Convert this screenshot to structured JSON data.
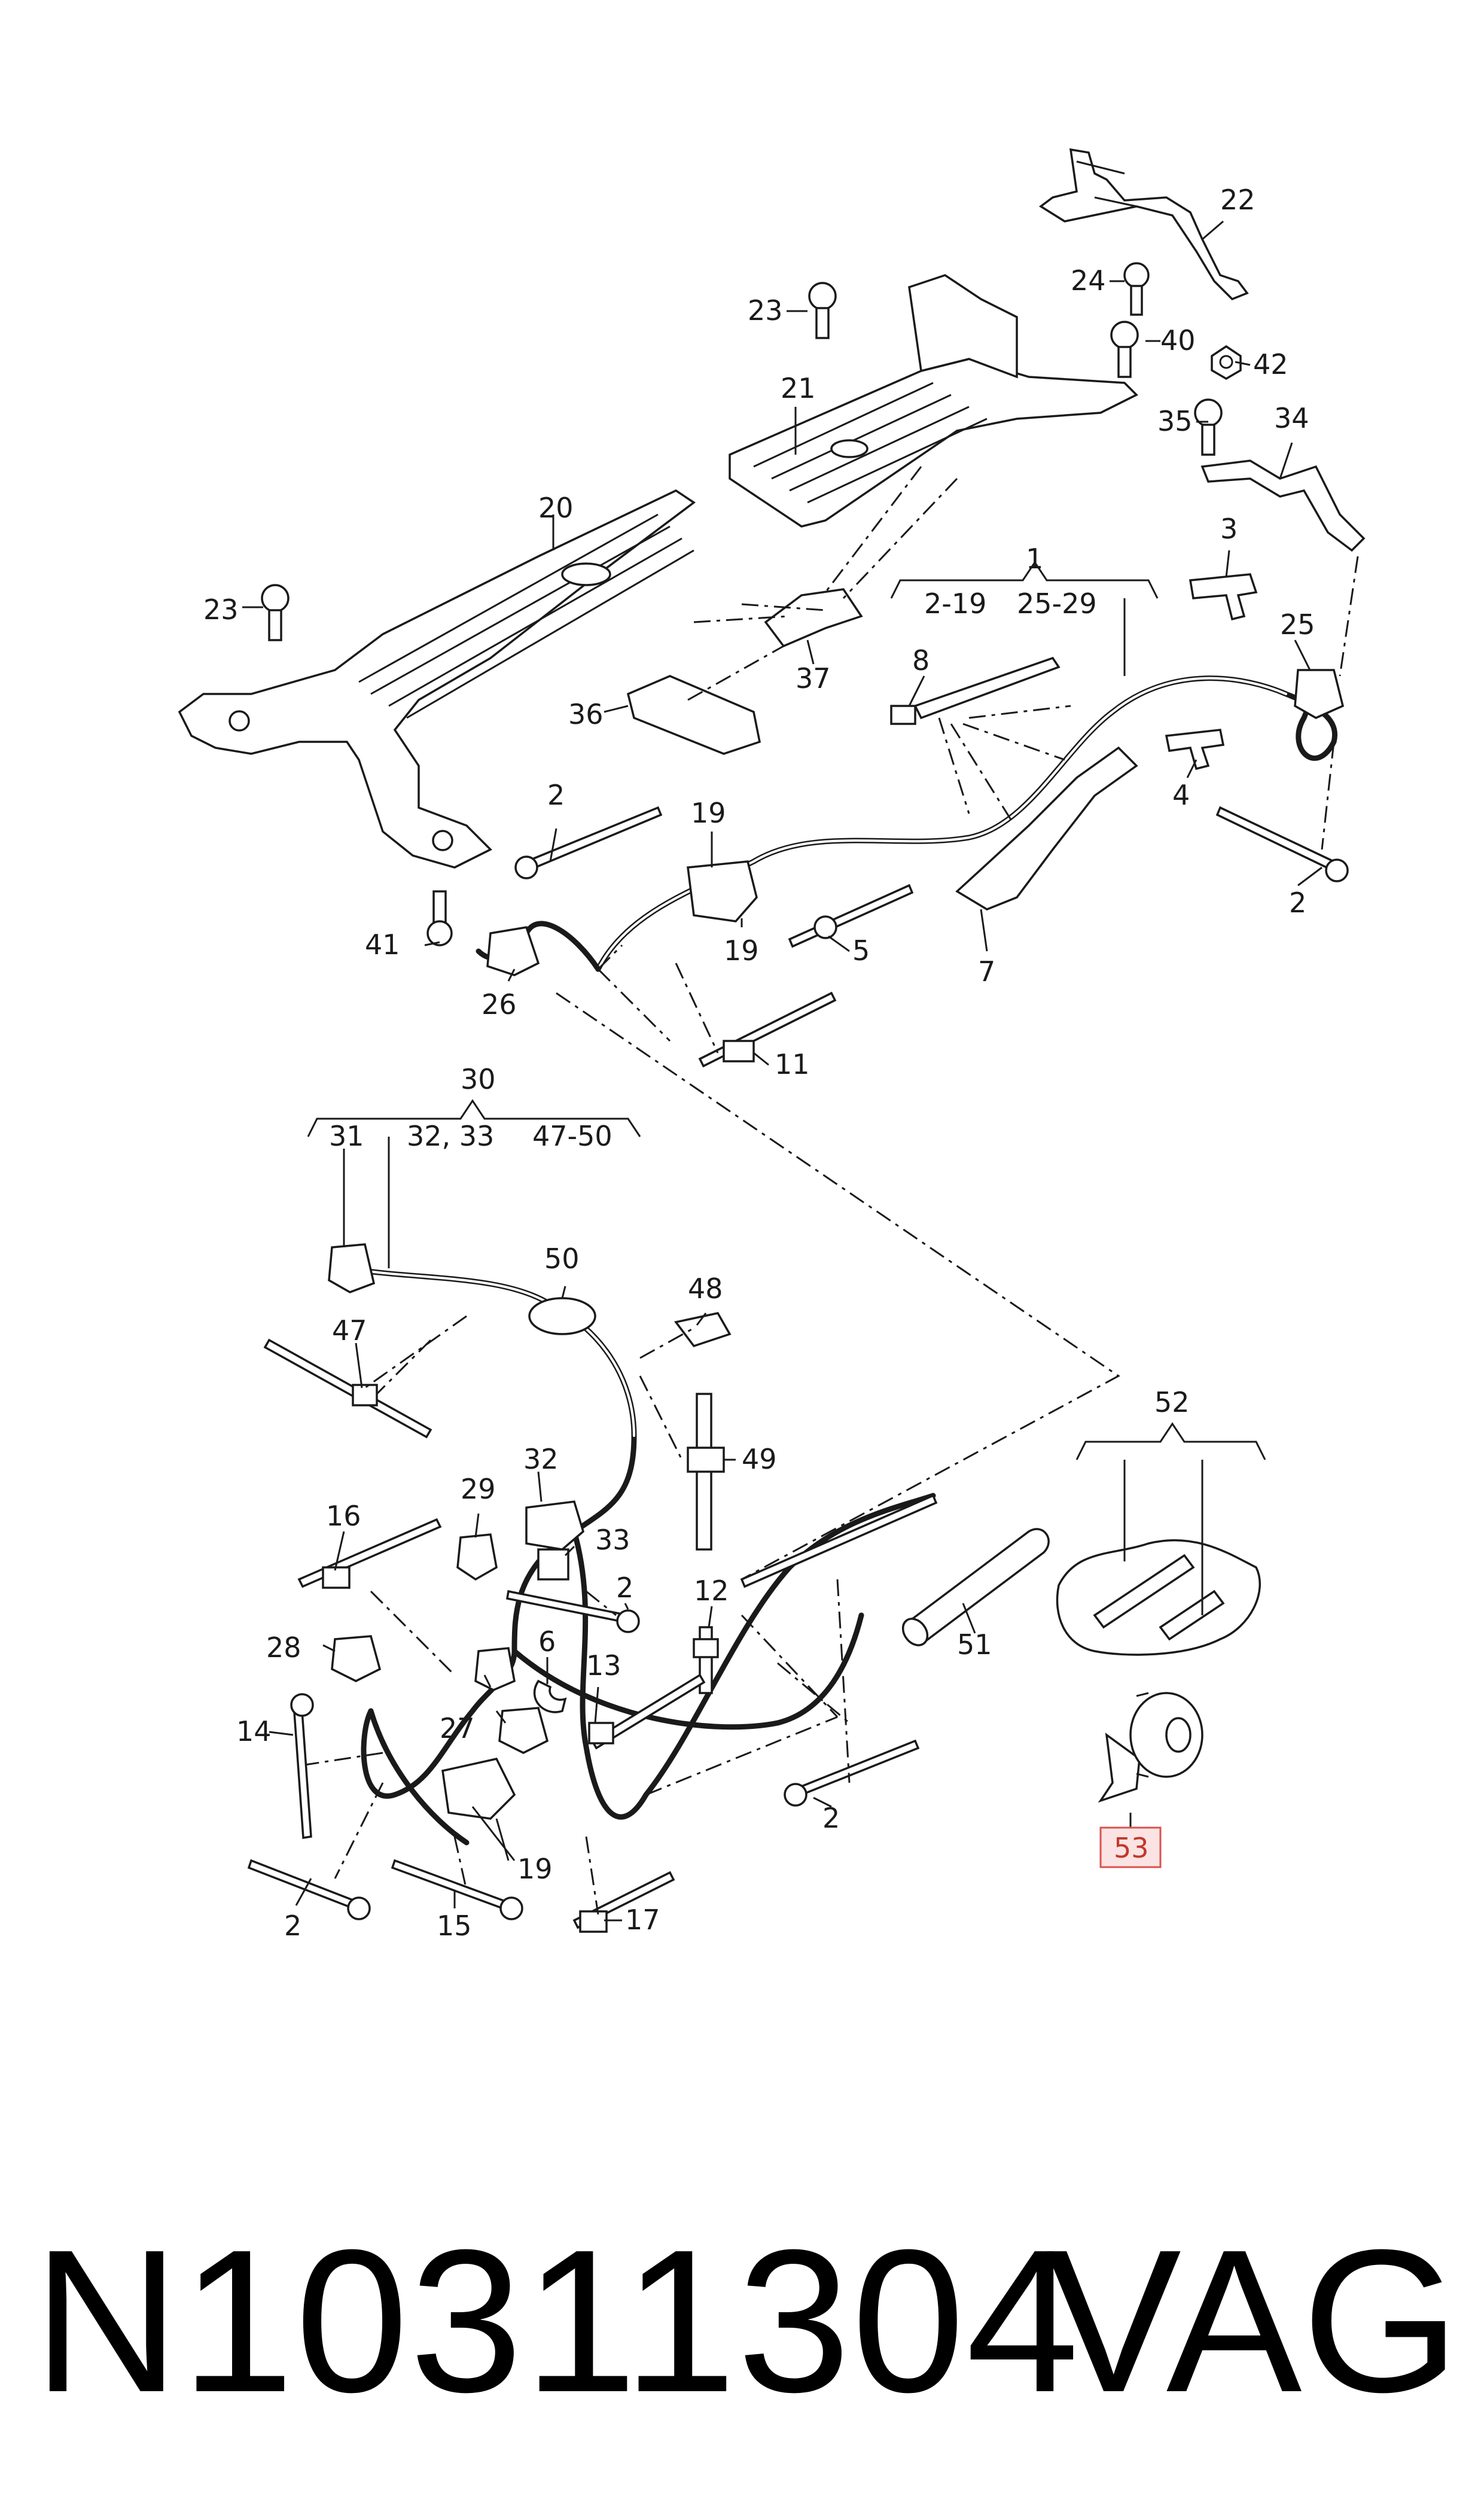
{
  "diagram": {
    "callouts": [
      {
        "id": "c1",
        "text": "1"
      },
      {
        "id": "c1a",
        "text": "2-19"
      },
      {
        "id": "c1b",
        "text": "25-29"
      },
      {
        "id": "c2a",
        "text": "2"
      },
      {
        "id": "c2b",
        "text": "2"
      },
      {
        "id": "c2c",
        "text": "2"
      },
      {
        "id": "c2d",
        "text": "2"
      },
      {
        "id": "c2e",
        "text": "2"
      },
      {
        "id": "c3",
        "text": "3"
      },
      {
        "id": "c4",
        "text": "4"
      },
      {
        "id": "c5",
        "text": "5"
      },
      {
        "id": "c6",
        "text": "6"
      },
      {
        "id": "c7",
        "text": "7"
      },
      {
        "id": "c8",
        "text": "8"
      },
      {
        "id": "c11",
        "text": "11"
      },
      {
        "id": "c12",
        "text": "12"
      },
      {
        "id": "c13",
        "text": "13"
      },
      {
        "id": "c14",
        "text": "14"
      },
      {
        "id": "c15",
        "text": "15"
      },
      {
        "id": "c16",
        "text": "16"
      },
      {
        "id": "c17",
        "text": "17"
      },
      {
        "id": "c19a",
        "text": "19"
      },
      {
        "id": "c19b",
        "text": "19"
      },
      {
        "id": "c19c",
        "text": "19"
      },
      {
        "id": "c20",
        "text": "20"
      },
      {
        "id": "c21",
        "text": "21"
      },
      {
        "id": "c22",
        "text": "22"
      },
      {
        "id": "c23a",
        "text": "23"
      },
      {
        "id": "c23b",
        "text": "23"
      },
      {
        "id": "c24",
        "text": "24"
      },
      {
        "id": "c25",
        "text": "25"
      },
      {
        "id": "c26",
        "text": "26"
      },
      {
        "id": "c27",
        "text": "27"
      },
      {
        "id": "c28",
        "text": "28"
      },
      {
        "id": "c29",
        "text": "29"
      },
      {
        "id": "c30",
        "text": "30"
      },
      {
        "id": "c31",
        "text": "31"
      },
      {
        "id": "c3233",
        "text": "32, 33"
      },
      {
        "id": "c4750",
        "text": "47-50"
      },
      {
        "id": "c32",
        "text": "32"
      },
      {
        "id": "c33",
        "text": "33"
      },
      {
        "id": "c34",
        "text": "34"
      },
      {
        "id": "c35",
        "text": "35"
      },
      {
        "id": "c36",
        "text": "36"
      },
      {
        "id": "c37",
        "text": "37"
      },
      {
        "id": "c40",
        "text": "40"
      },
      {
        "id": "c41",
        "text": "41"
      },
      {
        "id": "c42",
        "text": "42"
      },
      {
        "id": "c47",
        "text": "47"
      },
      {
        "id": "c48",
        "text": "48"
      },
      {
        "id": "c49",
        "text": "49"
      },
      {
        "id": "c50",
        "text": "50"
      },
      {
        "id": "c51",
        "text": "51"
      },
      {
        "id": "c52",
        "text": "52"
      },
      {
        "id": "c53",
        "text": "53"
      }
    ],
    "highlighted_callout": "53",
    "highlight_color": "#d9534f"
  },
  "footer": {
    "part_number": "N10311304",
    "brand": "VAG"
  }
}
